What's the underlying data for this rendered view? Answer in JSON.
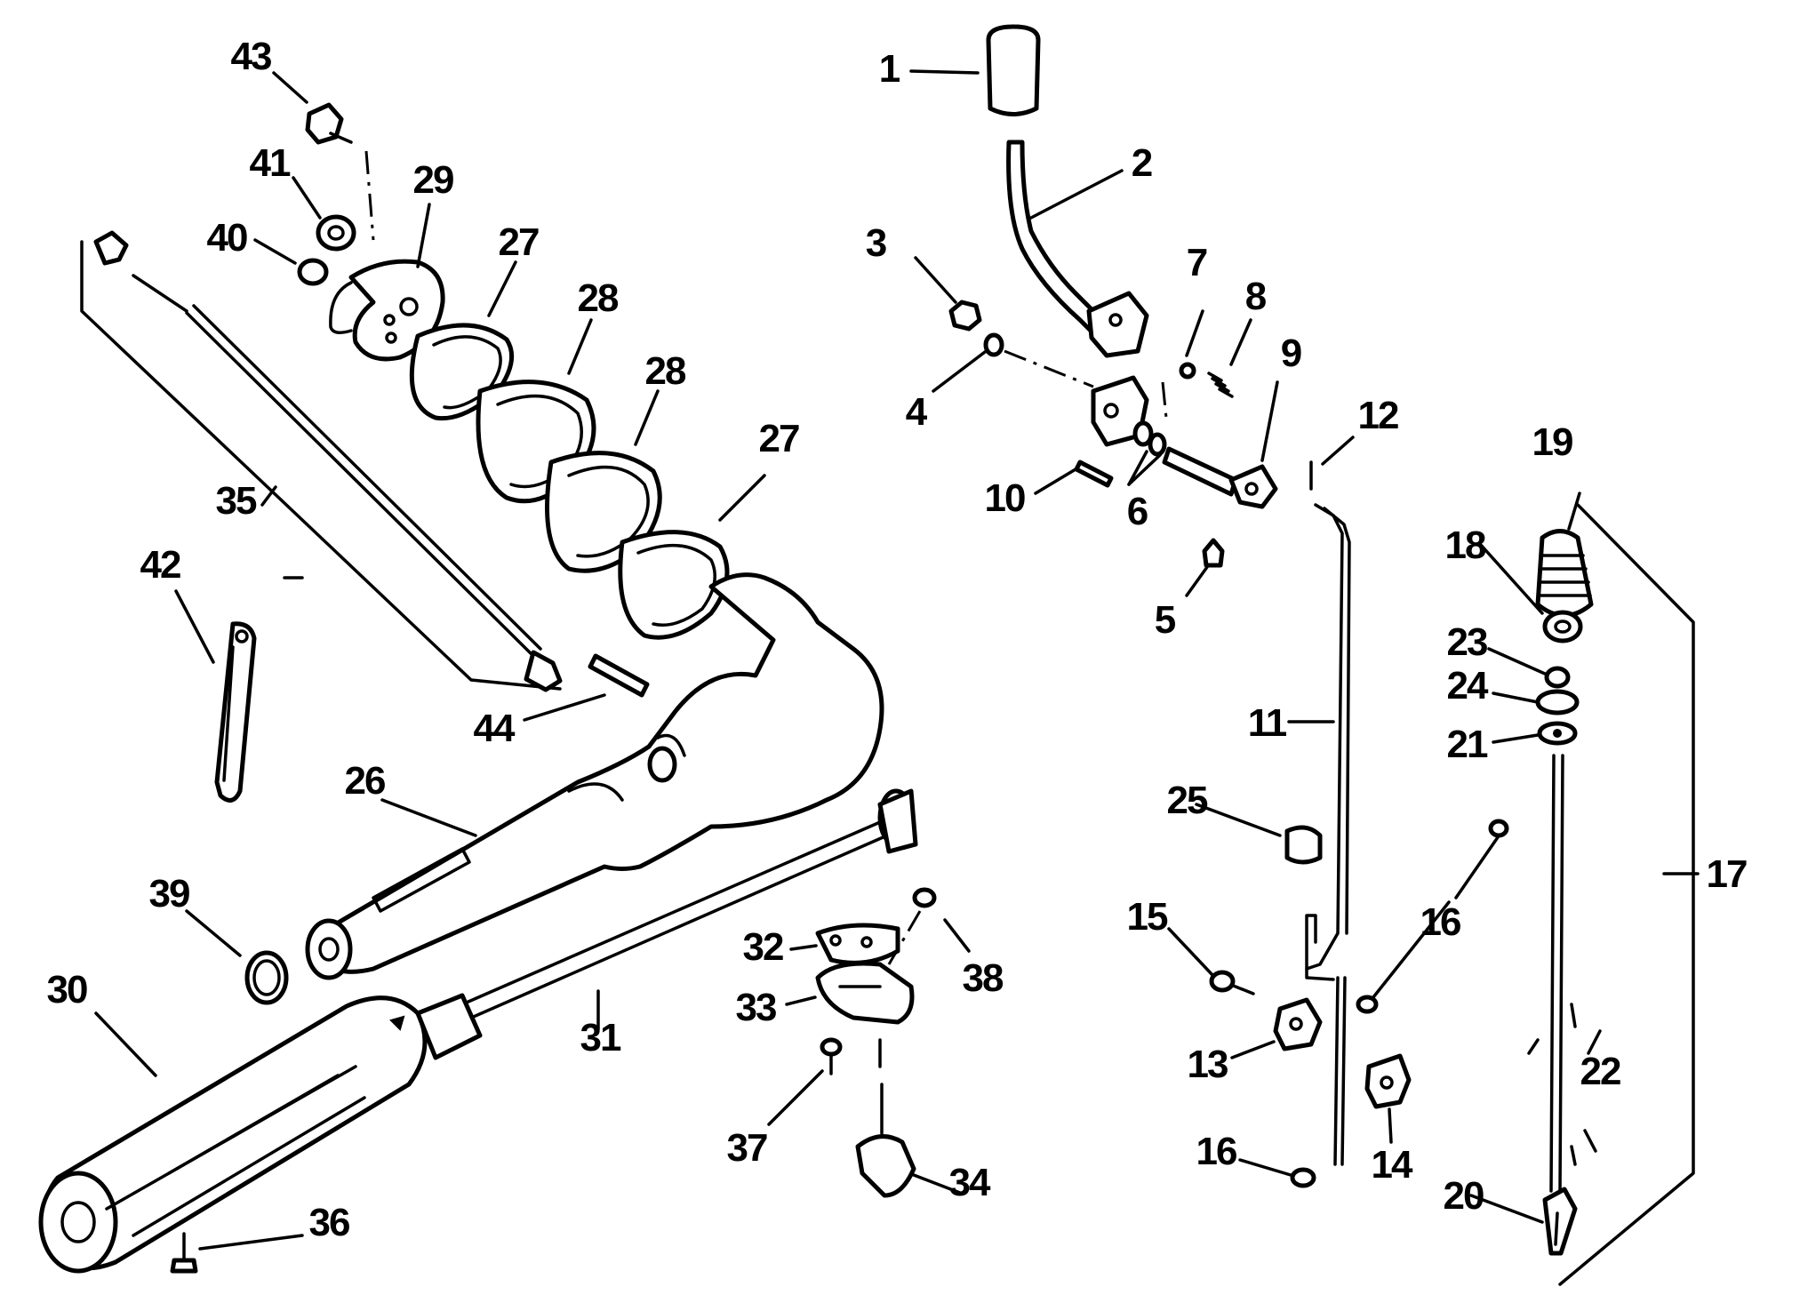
{
  "callouts": [
    "1",
    "2",
    "3",
    "4",
    "5",
    "6",
    "7",
    "8",
    "9",
    "10",
    "11",
    "12",
    "13",
    "14",
    "15",
    "16",
    "16",
    "17",
    "18",
    "19",
    "20",
    "21",
    "22",
    "23",
    "24",
    "25",
    "26",
    "27",
    "27",
    "28",
    "28",
    "29",
    "30",
    "31",
    "32",
    "33",
    "34",
    "35",
    "36",
    "37",
    "38",
    "39",
    "40",
    "41",
    "42",
    "43",
    "44"
  ]
}
